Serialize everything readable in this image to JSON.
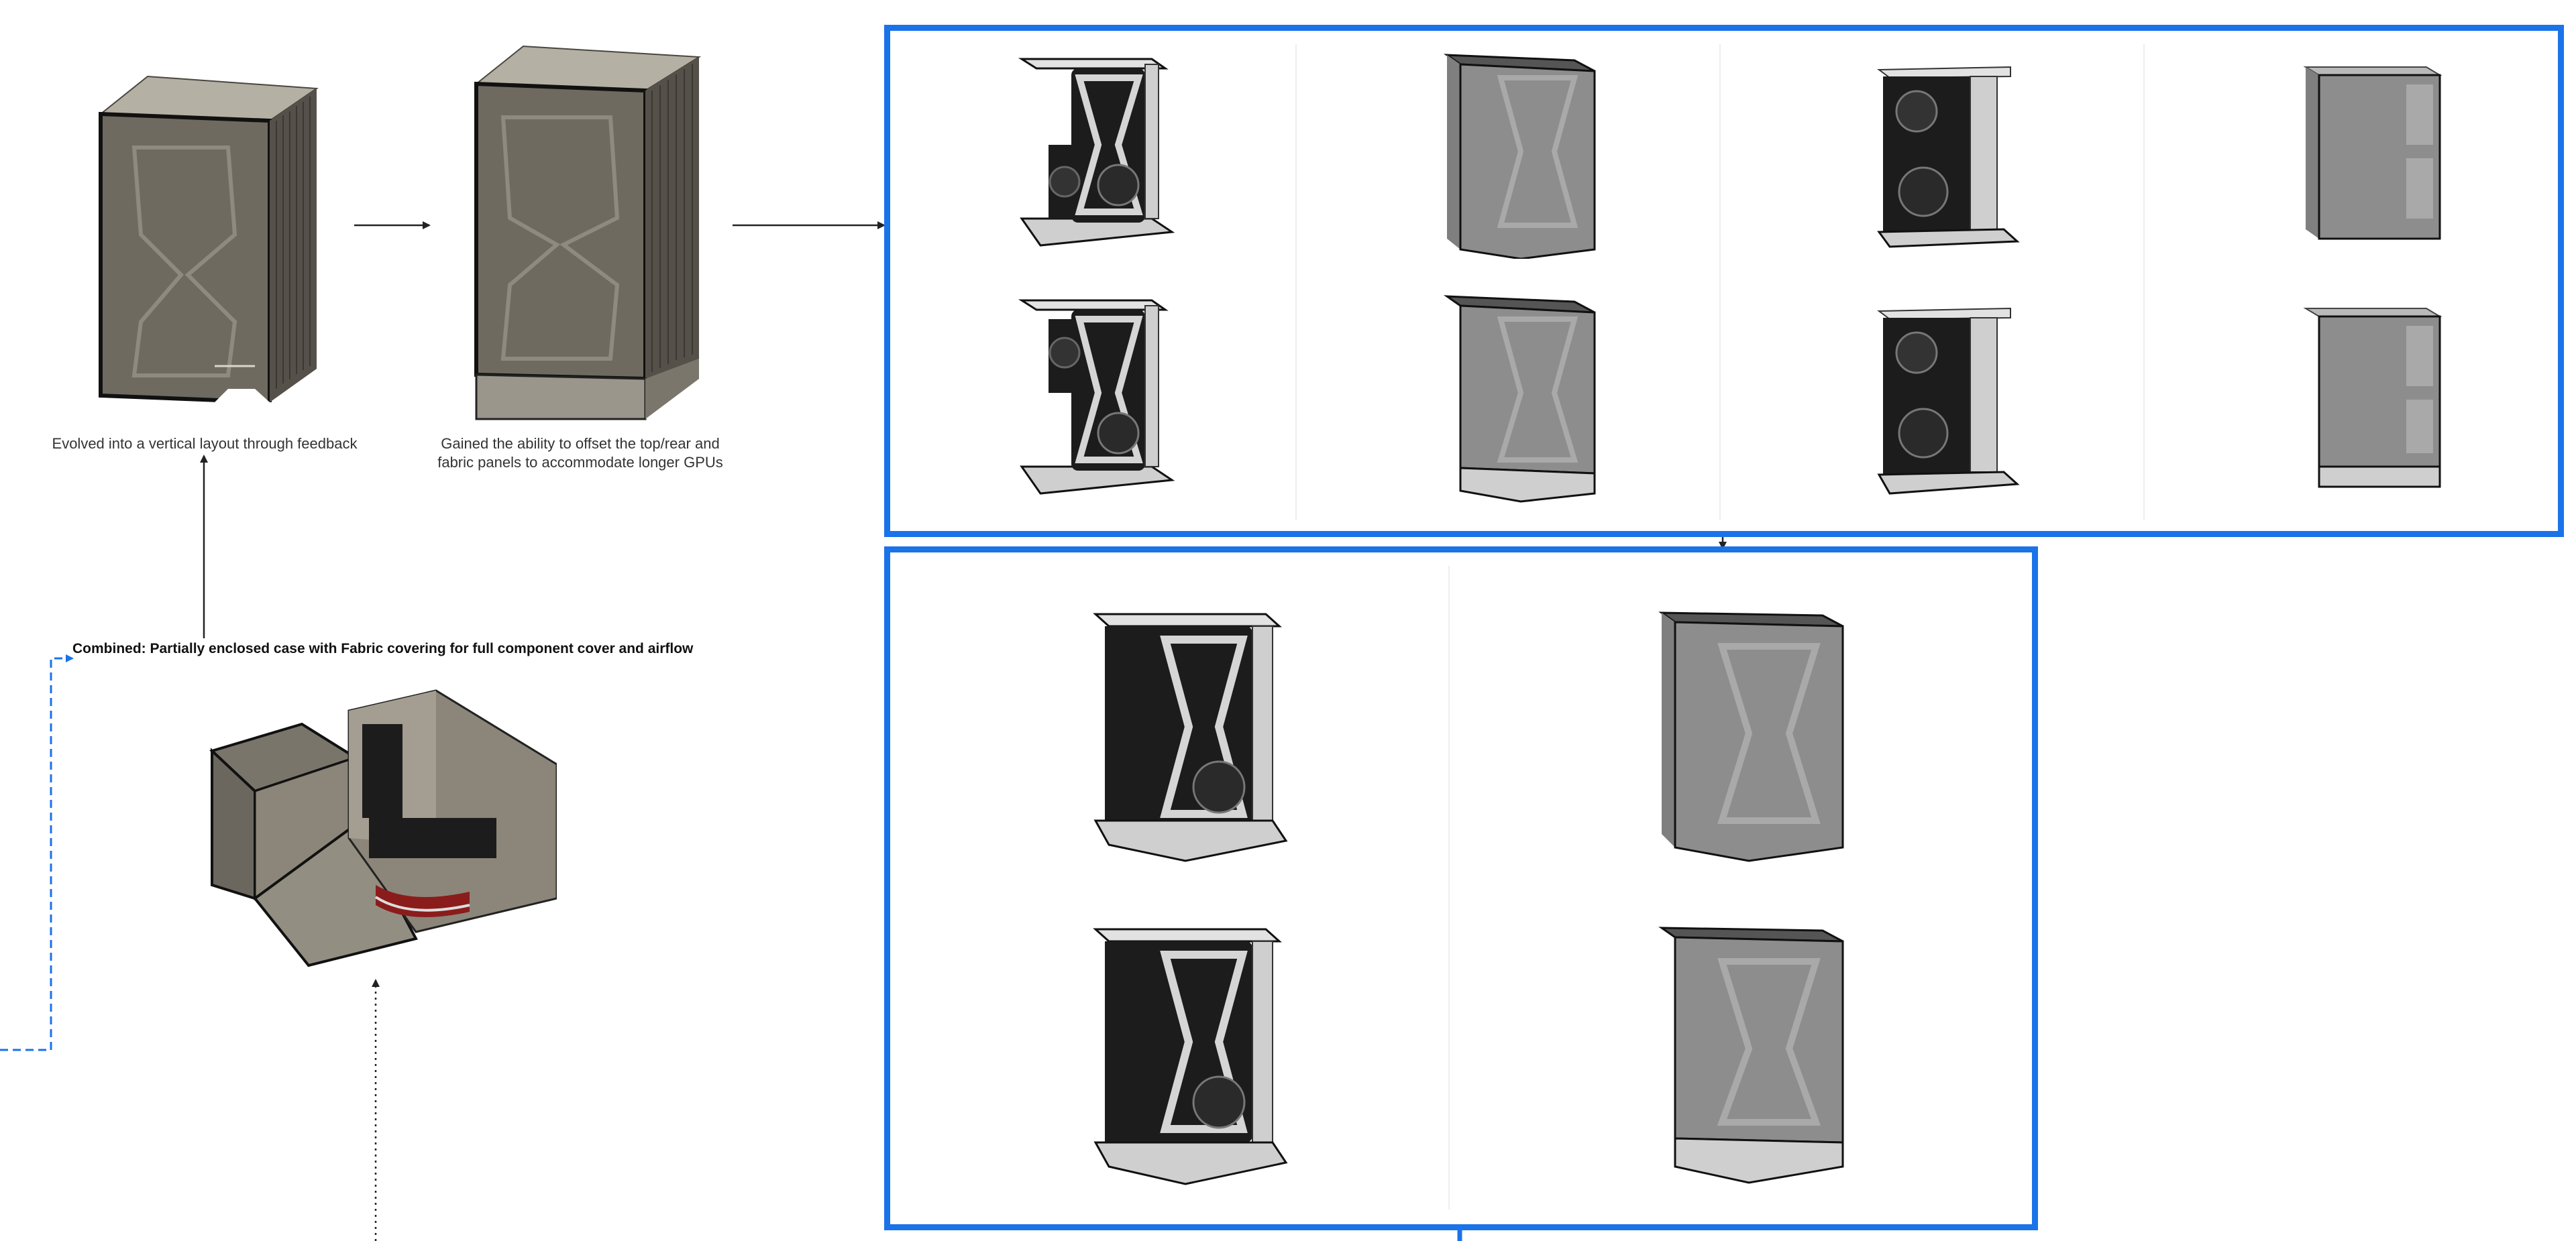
{
  "colors": {
    "frame_border": "#1a73e8",
    "dashed_connector": "#1a73e8",
    "arrow": "#222222",
    "case_body_dark": "#6f6a60",
    "case_body_mid": "#8b8679",
    "case_top": "#b4b0a4",
    "case_gray": "#8d8d8d",
    "case_gray_light": "#b9b9b9",
    "gpu_silver": "#d5d5d5",
    "gpu_black": "#1c1c1c",
    "base_silver": "#cfcfcf"
  },
  "captions": {
    "vertical_layout": "Evolved into a vertical layout through feedback",
    "offset_panels_line1": "Gained the ability to offset the top/rear and",
    "offset_panels_line2": "fabric panels to accommodate longer GPUs",
    "combined": "Combined: Partially enclosed case with Fabric covering for full component cover and airflow"
  },
  "icons": {
    "case_render": "pc-case-render-icon",
    "open_case_render": "open-case-render-icon",
    "arrow": "arrow-right-icon"
  }
}
